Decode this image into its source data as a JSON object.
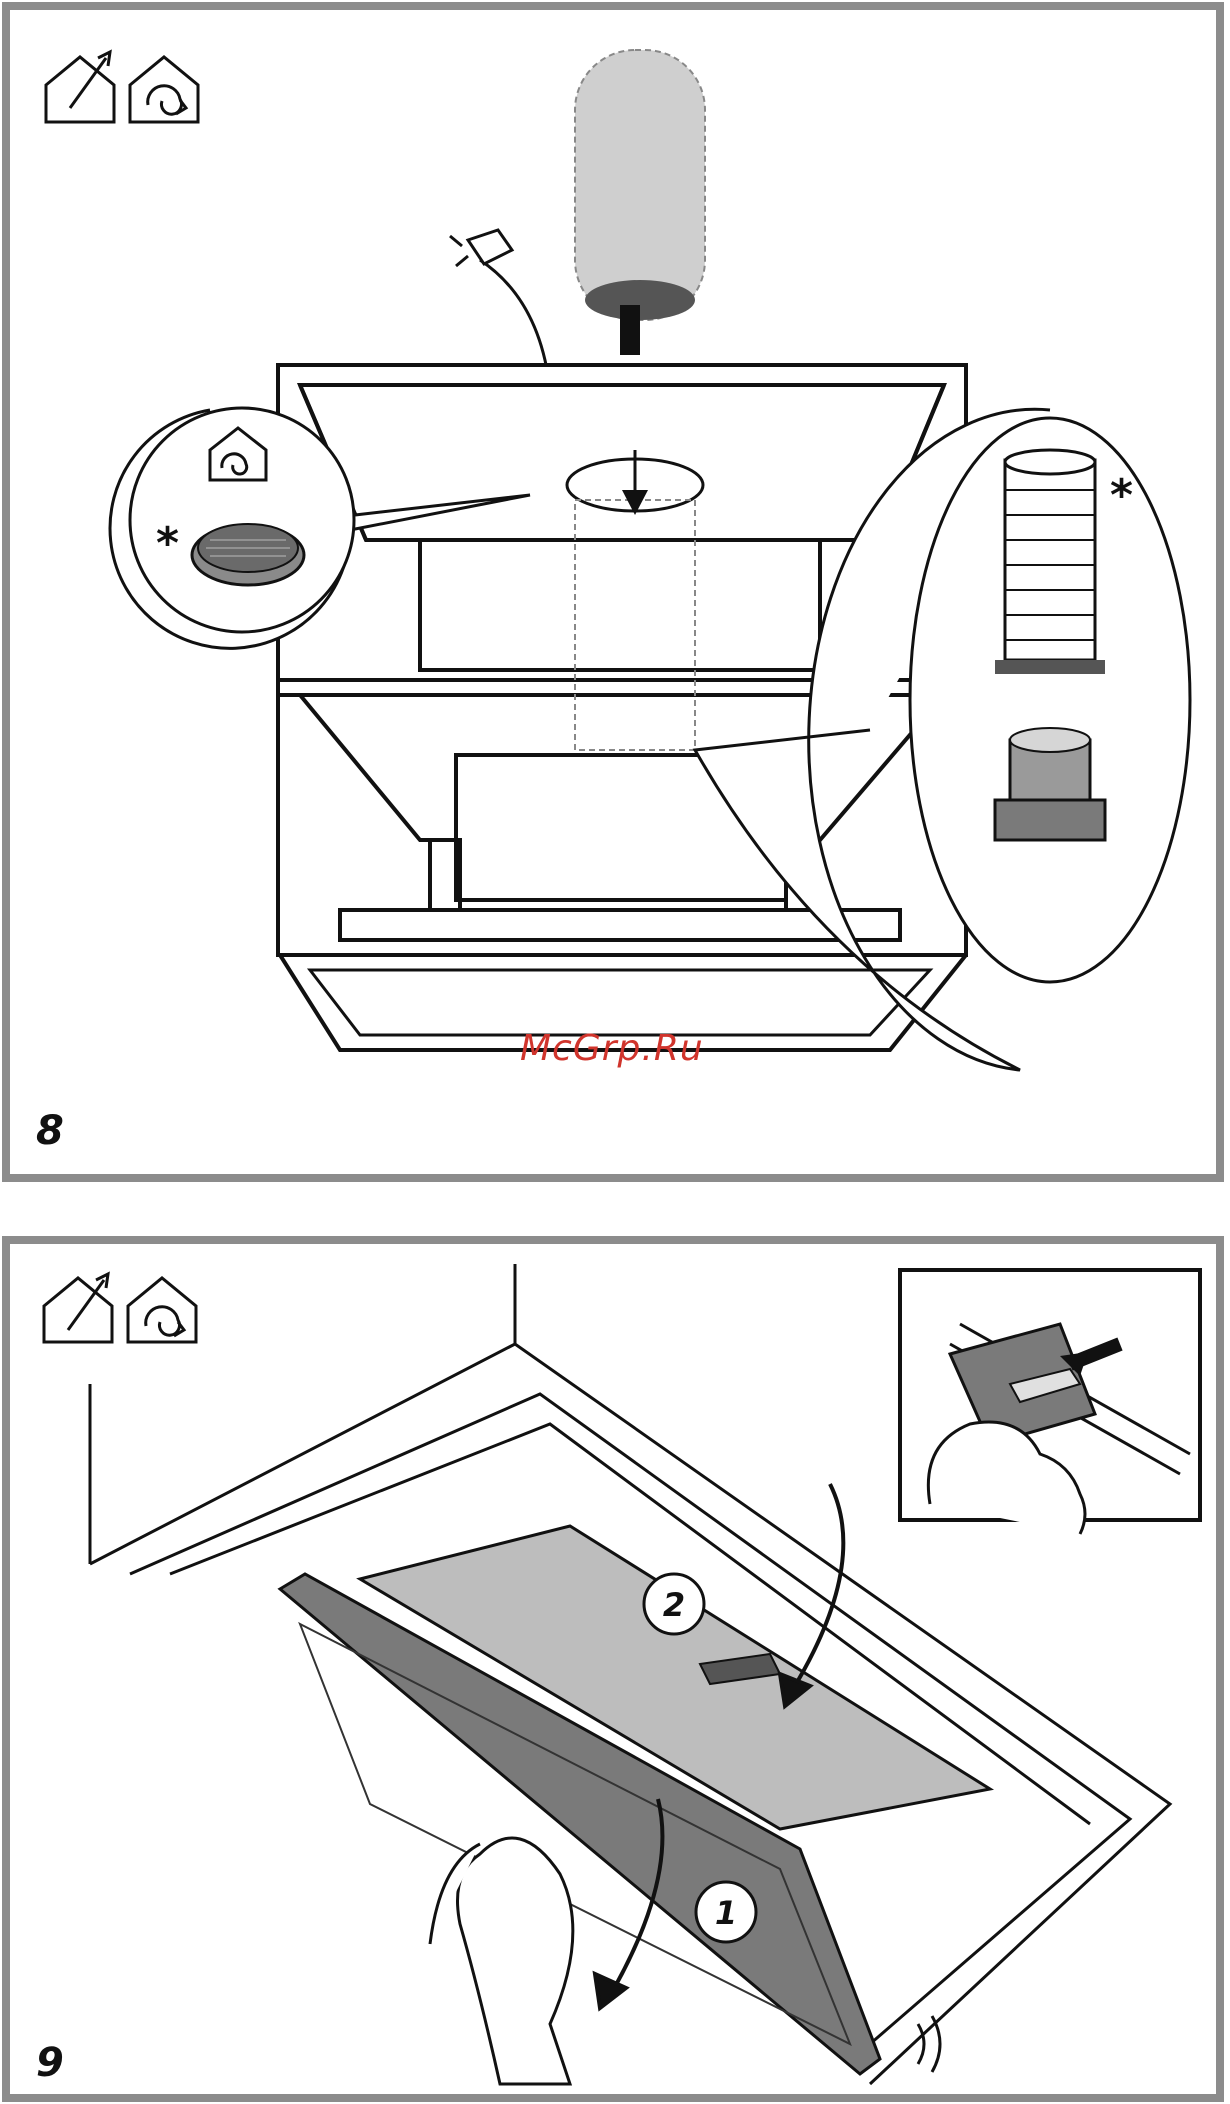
{
  "figures": [
    {
      "number": "8"
    },
    {
      "number": "9"
    }
  ],
  "watermark": "McGrp.Ru",
  "optional_marker": "*",
  "steps": [
    {
      "label": "1"
    },
    {
      "label": "2"
    }
  ],
  "icons": {
    "ducted_mode": "house-extraction-icon",
    "recirculation_mode": "house-recirculation-icon"
  },
  "colors": {
    "frame": "#8c8c8c",
    "line": "#111111",
    "filter_dark": "#7a7a7a",
    "filter_light": "#bdbdbd",
    "watermark": "#d0342c"
  }
}
